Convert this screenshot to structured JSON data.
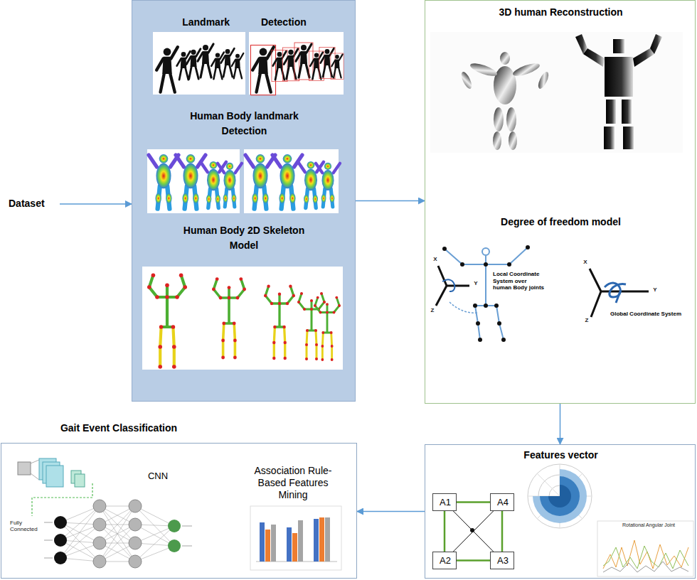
{
  "diagram": {
    "nodes": [
      {
        "text": [
          "Dataset"
        ]
      },
      {
        "text": [
          "Landmark Detection",
          "Human Body landmark Detection",
          "Human Body 2D Skeleton Model"
        ]
      },
      {
        "text": [
          "3D human Reconstruction",
          "Degree of freedom model",
          "Local Coordinate System over human Body joints",
          "Global Coordinate System"
        ]
      },
      {
        "text": [
          "Features vector"
        ]
      },
      {
        "text": [
          "A1"
        ],
        "in": 3
      },
      {
        "text": [
          "A4"
        ],
        "in": 3
      },
      {
        "text": [
          "A2"
        ],
        "in": 3
      },
      {
        "text": [
          "A3"
        ],
        "in": 3
      },
      {
        "text": [
          "Gait Event Classification",
          "CNN",
          "Association Rule-Based Features Mining"
        ]
      }
    ],
    "edges": [
      {
        "from": 0,
        "to": 1,
        "arrow": "to"
      },
      {
        "from": 1,
        "to": 2,
        "arrow": "to"
      },
      {
        "from": 2,
        "to": 3,
        "arrow": "to"
      },
      {
        "from": 3,
        "to": 8,
        "arrow": "to"
      },
      {
        "from": 4,
        "to": 5,
        "arrow": "none"
      },
      {
        "from": 4,
        "to": 6,
        "arrow": "none"
      },
      {
        "from": 5,
        "to": 7,
        "arrow": "none"
      },
      {
        "from": 6,
        "to": 7,
        "arrow": "none"
      },
      {
        "from": 4,
        "to": 7,
        "arrow": "none"
      },
      {
        "from": 5,
        "to": 6,
        "arrow": "none"
      }
    ],
    "labels": [
      "X",
      "Y",
      "Z",
      "X",
      "Y",
      "Z",
      "Rotational Angular Joint",
      "Fully Connected"
    ]
  }
}
